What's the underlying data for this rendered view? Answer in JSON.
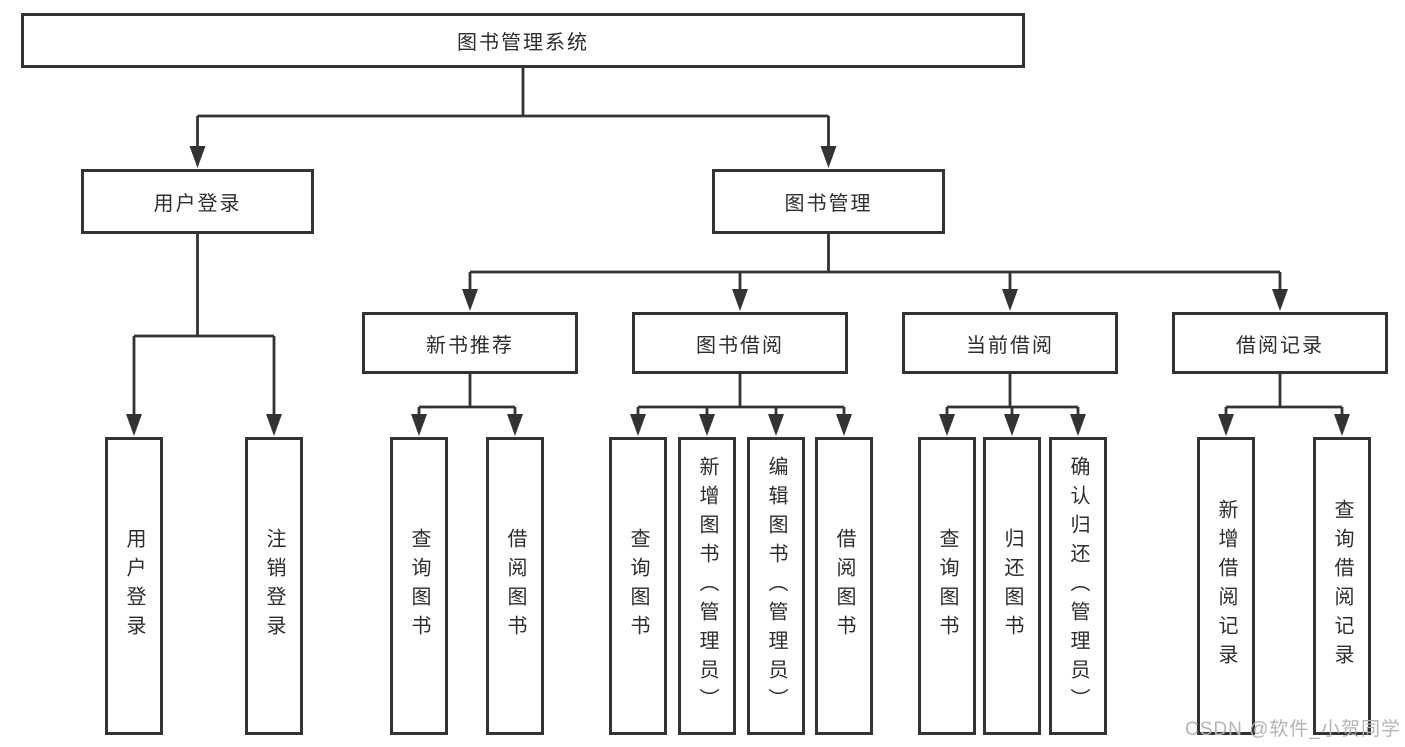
{
  "diagram": {
    "root": {
      "label": "图书管理系统"
    },
    "branches": [
      {
        "label": "用户登录",
        "children": [
          {
            "label": "用户登录"
          },
          {
            "label": "注销登录"
          }
        ]
      },
      {
        "label": "图书管理",
        "groups": [
          {
            "label": "新书推荐",
            "children": [
              {
                "label": "查询图书"
              },
              {
                "label": "借阅图书"
              }
            ]
          },
          {
            "label": "图书借阅",
            "children": [
              {
                "label": "查询图书"
              },
              {
                "label": "新增图书（管理员）"
              },
              {
                "label": "编辑图书（管理员）"
              },
              {
                "label": "借阅图书"
              }
            ]
          },
          {
            "label": "当前借阅",
            "children": [
              {
                "label": "查询图书"
              },
              {
                "label": "归还图书"
              },
              {
                "label": "确认归还（管理员）"
              }
            ]
          },
          {
            "label": "借阅记录",
            "children": [
              {
                "label": "新增借阅记录"
              },
              {
                "label": "查询借阅记录"
              }
            ]
          }
        ]
      }
    ]
  },
  "watermark": "CSDN @软件_小贺同学",
  "colors": {
    "line": "#333333",
    "text": "#2d2d2d",
    "watermark": "#b4b4b4",
    "background": "#ffffff"
  }
}
